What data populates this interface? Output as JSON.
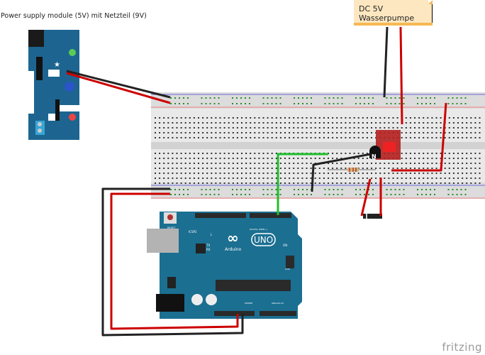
{
  "labels": {
    "power_module": "Power supply module (5V) mit Netzteil (9V)",
    "pump_note": "DC 5V Wasserpumpe",
    "brand": "fritzing"
  },
  "components": {
    "arduino": {
      "logo": "Arduino",
      "model": "UNO",
      "reset": "RESET",
      "icsp2": "ICSP2",
      "icsp": "ICSP",
      "led_l": "L",
      "led_tx": "TX",
      "led_rx": "RX",
      "led_on": "ON",
      "digital": "DIGITAL (PWM~)",
      "power": "POWER",
      "analog": "ANALOG IN"
    },
    "transistor": {
      "mark": "N"
    }
  },
  "colors": {
    "board": "#1f6f93",
    "pm_board": "#1d6590",
    "wire_red": "#cc0000",
    "wire_black": "#222222",
    "wire_green": "#1fbe2a",
    "breadboard": "#dcdcdc",
    "hole_green": "#2a8a2a",
    "relay": "#b51f1f"
  }
}
